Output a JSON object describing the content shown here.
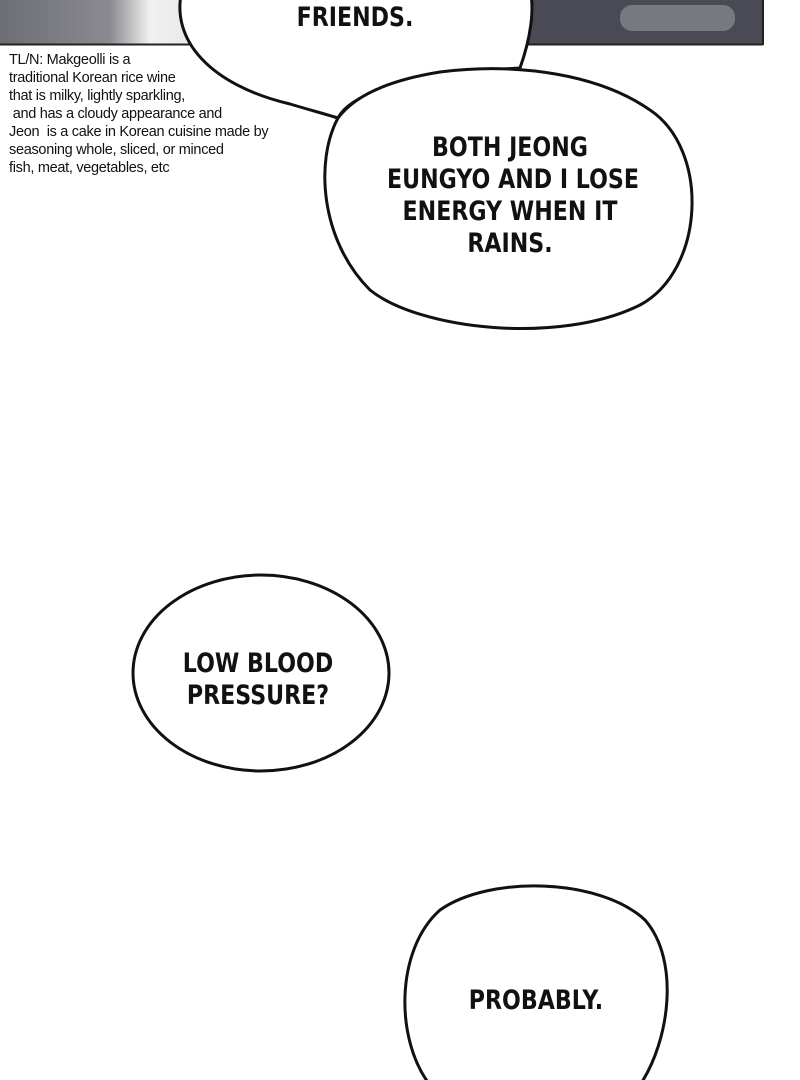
{
  "translator_note": "TL/N: Makgeolli is a\ntraditional Korean rice wine\nthat is milky, lightly sparkling,\n and has a cloudy appearance and\nJeon  is a cake in Korean cuisine made by\nseasoning whole, sliced, or minced\nfish, meat, vegetables, etc",
  "bubbles": [
    {
      "text": "Friends."
    },
    {
      "text": "Both Jeong\nEungyo and I lose\nenergy when it\nrains."
    },
    {
      "text": "Low blood\npressure?"
    },
    {
      "text": "Probably."
    }
  ],
  "colors": {
    "panel_dark": "#4a4a55",
    "ink": "#111111"
  }
}
